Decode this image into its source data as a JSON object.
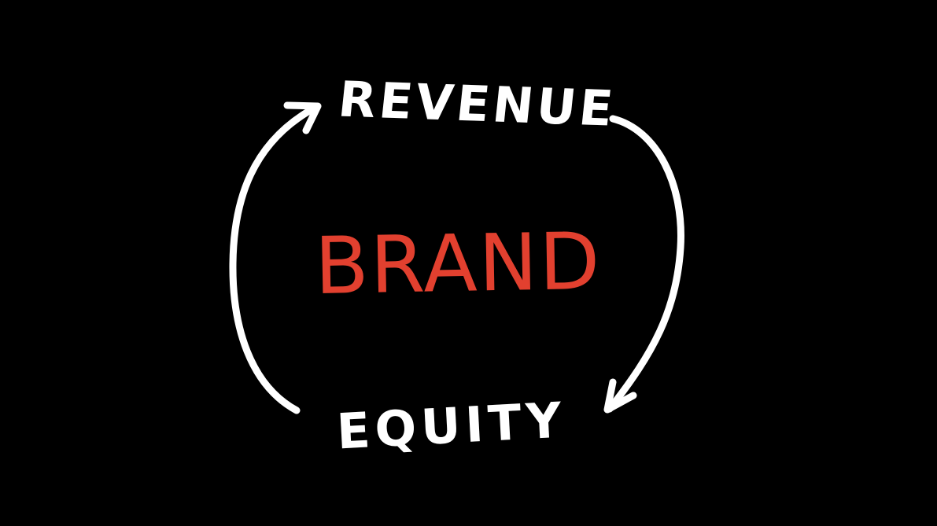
{
  "diagram": {
    "center_label": "BRAND",
    "top_label": "REVENUE",
    "bottom_label": "EQUITY",
    "colors": {
      "background": "#000000",
      "outer_text": "#ffffff",
      "center_text": "#e2402f",
      "arrows": "#ffffff"
    },
    "edges": [
      {
        "from": "REVENUE",
        "to": "EQUITY",
        "side": "right"
      },
      {
        "from": "EQUITY",
        "to": "REVENUE",
        "side": "left"
      }
    ]
  }
}
